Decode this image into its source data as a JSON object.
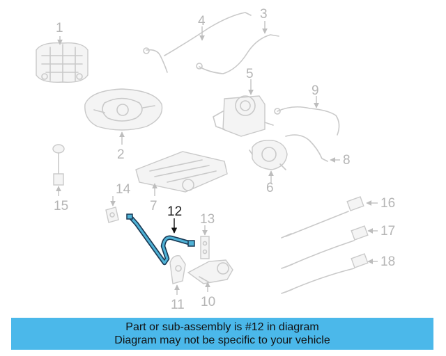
{
  "diagram": {
    "callouts": [
      "1",
      "2",
      "3",
      "4",
      "5",
      "6",
      "7",
      "8",
      "9",
      "10",
      "11",
      "12",
      "13",
      "14",
      "15",
      "16",
      "17",
      "18"
    ],
    "highlighted_part": "12",
    "colors": {
      "highlight": "#4fb2d6",
      "highlight_outline": "#1a3a55",
      "faded_part": "#c9c9c9",
      "banner": "#4bb8ea"
    }
  },
  "banner": {
    "line1": "Part or sub-assembly is #12 in diagram",
    "line2": "Diagram may not be specific to your vehicle"
  }
}
